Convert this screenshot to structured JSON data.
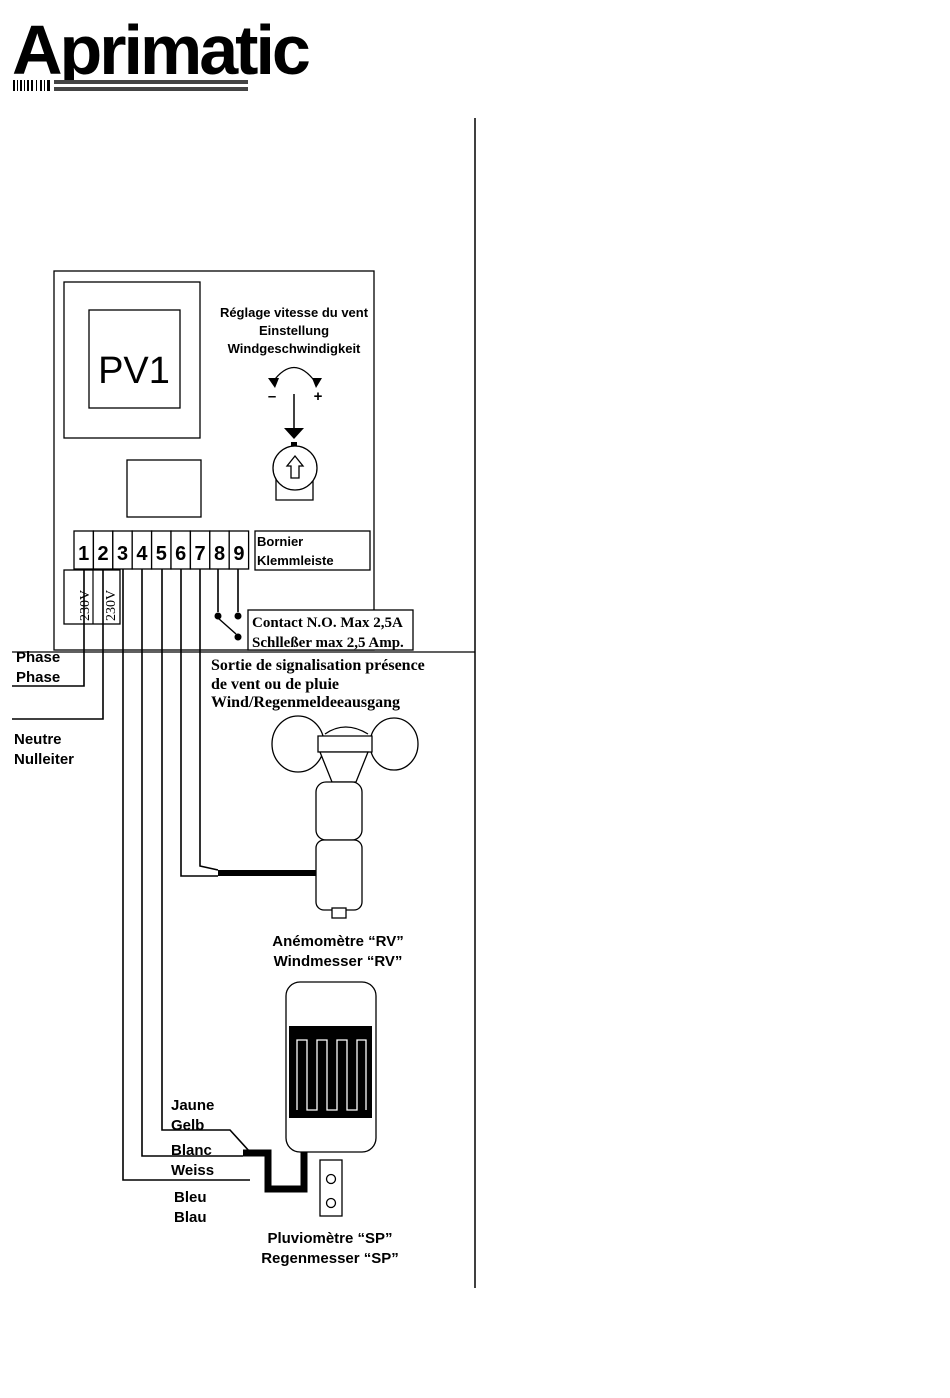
{
  "brand": {
    "logo_text": "Aprimatic",
    "registered_mark": "®"
  },
  "panel": {
    "chip_label": "PV1",
    "adjust_line1": "Réglage vitesse du vent",
    "adjust_line2": "Einstellung",
    "adjust_line3": "Windgeschwindigkeit",
    "minus_sign": "–",
    "plus_sign": "+",
    "terminals": [
      "1",
      "2",
      "3",
      "4",
      "5",
      "6",
      "7",
      "8",
      "9"
    ],
    "terminal_block_fr": "Bornier",
    "terminal_block_de": "Klemmleiste",
    "voltage_1": "230V",
    "voltage_2": "230V"
  },
  "contact": {
    "line1": "Contact N.O. Max 2,5A",
    "line2": "Schlleßer max 2,5 Amp."
  },
  "signal_output": {
    "line1": "Sortie de signalisation présence",
    "line2": "de vent ou de pluie",
    "line3": "Wind/Regenmeldeeausgang"
  },
  "mains": {
    "phase_fr": "Phase",
    "phase_de": "Phase",
    "neutral_fr": "Neutre",
    "neutral_de": "Nulleiter"
  },
  "anemometer": {
    "label_fr": "Anémomètre “RV”",
    "label_de": "Windmesser “RV”"
  },
  "wires": {
    "yellow_fr": "Jaune",
    "yellow_de": "Gelb",
    "white_fr": "Blanc",
    "white_de": "Weiss",
    "blue_fr": "Bleu",
    "blue_de": "Blau"
  },
  "rain_gauge": {
    "label_fr": "Pluviomètre “SP”",
    "label_de": "Regenmesser “SP”"
  }
}
